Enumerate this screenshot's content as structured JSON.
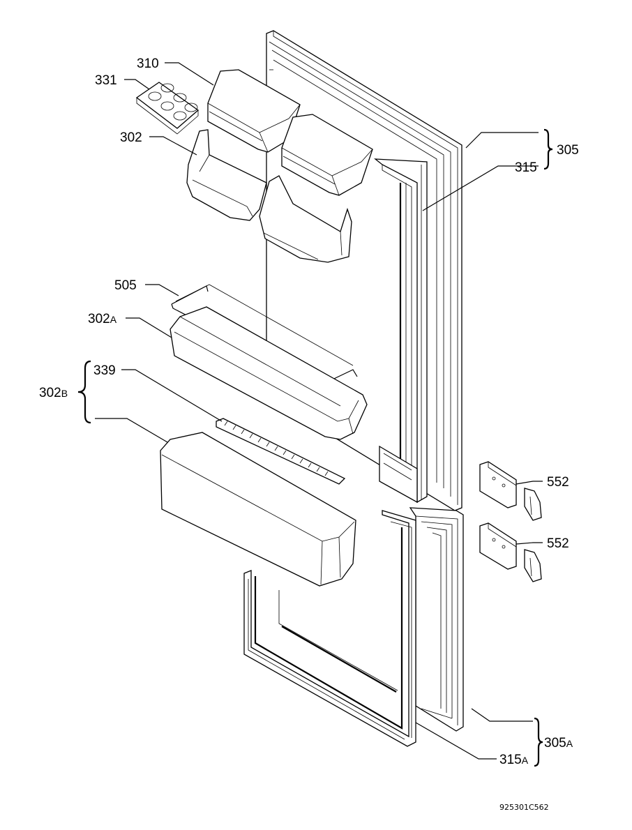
{
  "labels": {
    "p310": "310",
    "p331": "331",
    "p302": "302",
    "p305": "305",
    "p315": "315",
    "p505": "505",
    "p302a": {
      "num": "302",
      "suffix": "A"
    },
    "p302b": {
      "num": "302",
      "suffix": "B"
    },
    "p339": "339",
    "p552_top": "552",
    "p552_bottom": "552",
    "p305a": {
      "num": "305",
      "suffix": "A"
    },
    "p315a": {
      "num": "315",
      "suffix": "A"
    }
  },
  "drawing_code": "925301C562",
  "colors": {
    "ink": "#000000",
    "paper": "#ffffff"
  }
}
